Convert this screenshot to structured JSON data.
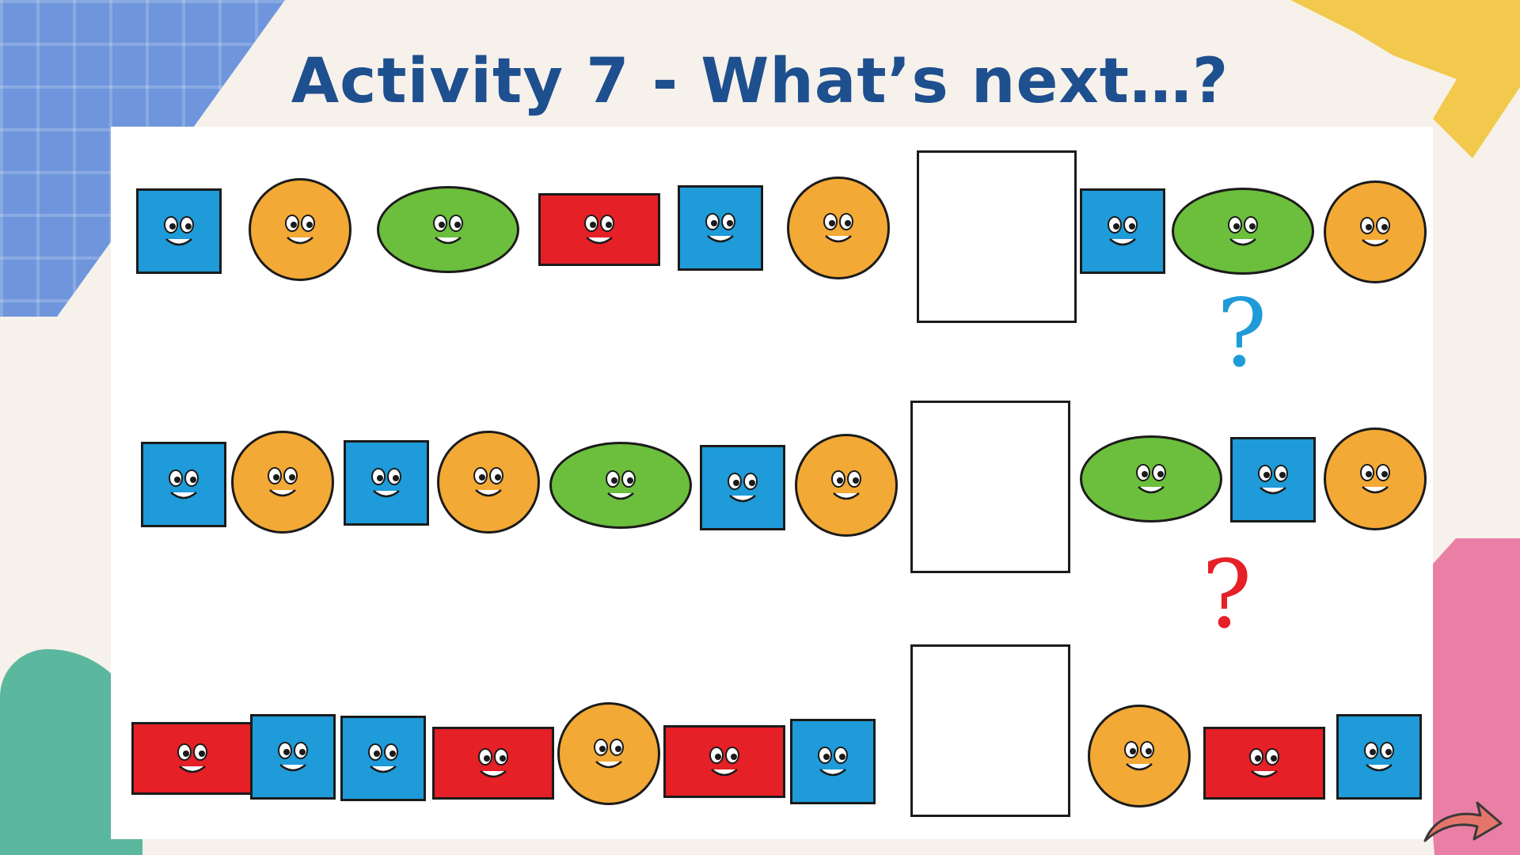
{
  "title": "Activity 7 - What’s next…?",
  "colors": {
    "square": "#1e9bd8",
    "circle": "#f3a935",
    "oval": "#6cbf3c",
    "rectangle": "#e52026",
    "title": "#1e4f8f",
    "question_1": "#1e9bd8",
    "question_2": "#e52026"
  },
  "rows": [
    {
      "sequence": [
        "square",
        "circle",
        "oval",
        "rectangle",
        "square",
        "circle",
        "blank",
        "square",
        "oval",
        "circle"
      ]
    },
    {
      "sequence": [
        "square",
        "circle",
        "square",
        "circle",
        "oval",
        "square",
        "circle",
        "blank",
        "oval",
        "square",
        "circle"
      ]
    },
    {
      "sequence": [
        "rectangle",
        "square",
        "square",
        "rectangle",
        "circle",
        "rectangle",
        "square",
        "blank",
        "circle",
        "rectangle",
        "square"
      ]
    }
  ],
  "question_marks": [
    "?",
    "?"
  ],
  "icons": {
    "face": "smiley-face-icon",
    "next": "curved-arrow-icon"
  }
}
